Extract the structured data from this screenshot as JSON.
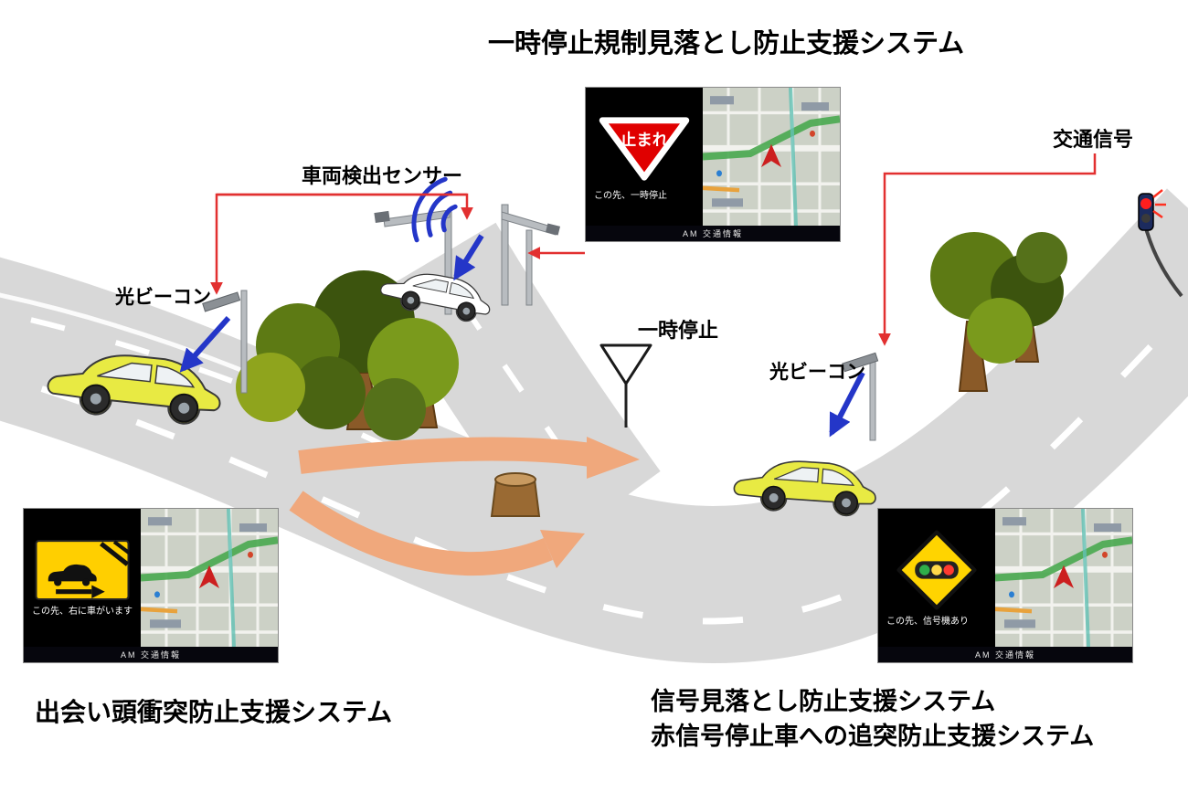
{
  "title": "一時停止規制見落とし防止支援システム",
  "labels": {
    "vehicle_sensor": "車両検出センサー",
    "beacon_left": "光ビーコン",
    "beacon_right": "光ビーコン",
    "stop_sign": "一時停止",
    "traffic_signal": "交通信号"
  },
  "systems": {
    "bottom_left": "出会い頭衝突防止支援システム",
    "bottom_right_line1": "信号見落とし防止支援システム",
    "bottom_right_line2": "赤信号停止車への追突防止支援システム"
  },
  "screens": {
    "stop": {
      "sign_text": "止まれ",
      "caption": "この先、一時停止",
      "status": "AM 交通情報"
    },
    "collision": {
      "caption": "この先、右に車がいます",
      "status": "AM 交通情報"
    },
    "signal": {
      "caption": "この先、信号機あり",
      "status": "AM 交通情報"
    }
  },
  "colors": {
    "road": "#d8d8d8",
    "flow_arrow_orange": "#f0a87c",
    "car_yellow": "#e8ea43",
    "beacon_arrow_blue": "#2436c8",
    "connector_red": "#e23030",
    "stop_sign_red": "#e00000",
    "warning_yellow": "#ffd400",
    "tree_dark": "#3c540e",
    "tree_mid": "#5d7a14",
    "tree_light": "#8fa41d",
    "trunk_brown": "#8a5a28"
  }
}
